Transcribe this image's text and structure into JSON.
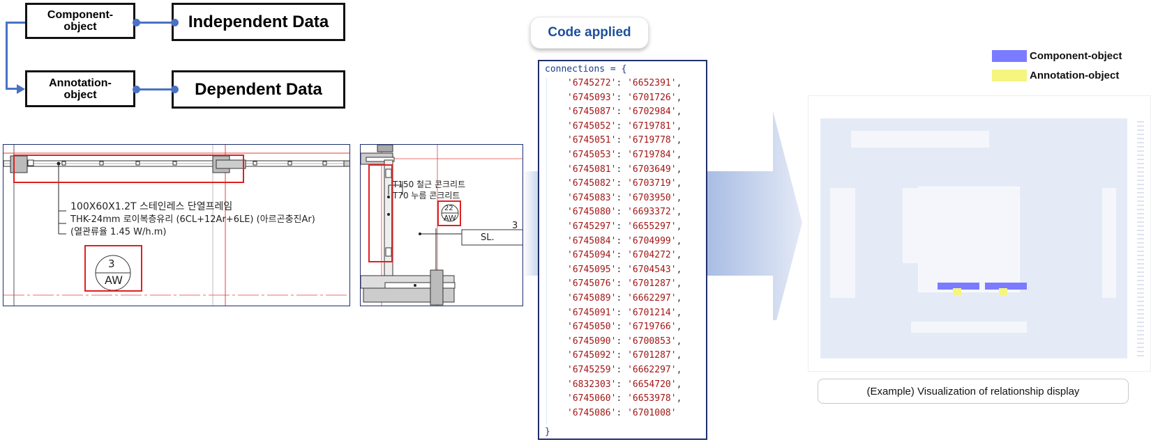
{
  "diagram": {
    "component_object": [
      "Component-",
      "object"
    ],
    "annotation_object": [
      "Annotation-",
      "object"
    ],
    "independent_data": "Independent Data",
    "dependent_data": "Dependent Data"
  },
  "drawing_left": {
    "lines": [
      "100X60X1.2T 스테인레스 단열프레임",
      "THK-24mm 로이복층유리 (6CL+12Ar+6LE) (아르곤충진Ar)",
      "(열관류율 1.45 W/h.m)"
    ],
    "tag": [
      "3",
      "AW"
    ]
  },
  "drawing_right": {
    "lines": [
      "T150 철근 콘크리트",
      "T70 누름 콘크리트"
    ],
    "tag": [
      "22",
      "AW"
    ],
    "side_number": "3",
    "side_label": "SL."
  },
  "code": {
    "title": "Code applied",
    "open": "connections = {",
    "close": "}",
    "pairs": [
      [
        "6745272",
        "6652391"
      ],
      [
        "6745093",
        "6701726"
      ],
      [
        "6745087",
        "6702984"
      ],
      [
        "6745052",
        "6719781"
      ],
      [
        "6745051",
        "6719778"
      ],
      [
        "6745053",
        "6719784"
      ],
      [
        "6745081",
        "6703649"
      ],
      [
        "6745082",
        "6703719"
      ],
      [
        "6745083",
        "6703950"
      ],
      [
        "6745080",
        "6693372"
      ],
      [
        "6745297",
        "6655297"
      ],
      [
        "6745084",
        "6704999"
      ],
      [
        "6745094",
        "6704272"
      ],
      [
        "6745095",
        "6704543"
      ],
      [
        "6745076",
        "6701287"
      ],
      [
        "6745089",
        "6662297"
      ],
      [
        "6745091",
        "6701214"
      ],
      [
        "6745050",
        "6719766"
      ],
      [
        "6745090",
        "6700853"
      ],
      [
        "6745092",
        "6701287"
      ],
      [
        "6745259",
        "6662297"
      ],
      [
        "6832303",
        "6654720"
      ],
      [
        "6745060",
        "6653978"
      ],
      [
        "6745086",
        "6701008"
      ]
    ]
  },
  "legend": {
    "component": "Component-object",
    "annotation": "Annotation-object",
    "component_color": "#7b7bff",
    "annotation_color": "#f5f580"
  },
  "caption": "(Example) Visualization of relationship display"
}
